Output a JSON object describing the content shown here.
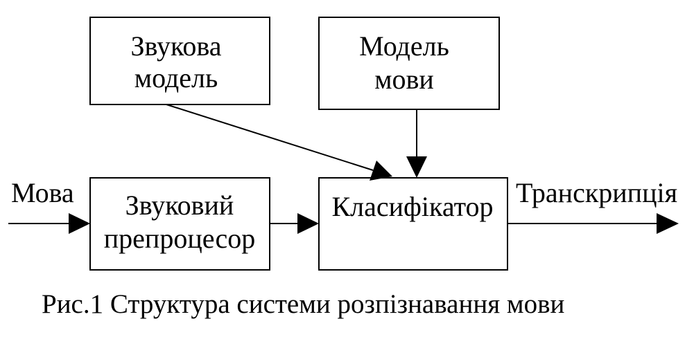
{
  "blocks": {
    "acoustic_model": {
      "lines": [
        "Звукова",
        "модель"
      ]
    },
    "language_model": {
      "lines": [
        "Модель",
        "мови"
      ]
    },
    "preprocessor": {
      "lines": [
        "Звуковий",
        "препроцесор"
      ]
    },
    "classifier": {
      "lines": [
        "Класифікатор"
      ]
    }
  },
  "labels": {
    "input": "Мова",
    "output": "Транскрипція"
  },
  "caption": "Рис.1 Структура системи розпізнавання мови"
}
